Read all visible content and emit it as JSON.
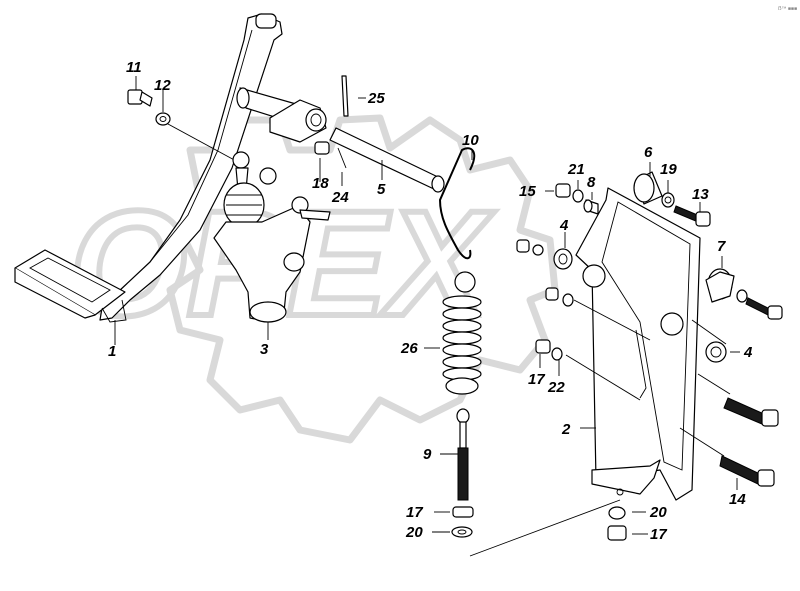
{
  "watermark": {
    "text": "OPEX"
  },
  "corner_mark": "ẞ™ ■■■",
  "callouts": [
    {
      "id": "c1",
      "text": "1"
    },
    {
      "id": "c2",
      "text": "2"
    },
    {
      "id": "c3",
      "text": "3"
    },
    {
      "id": "c4a",
      "text": "4"
    },
    {
      "id": "c4b",
      "text": "4"
    },
    {
      "id": "c5",
      "text": "5"
    },
    {
      "id": "c6",
      "text": "6"
    },
    {
      "id": "c7",
      "text": "7"
    },
    {
      "id": "c8",
      "text": "8"
    },
    {
      "id": "c9",
      "text": "9"
    },
    {
      "id": "c10",
      "text": "10"
    },
    {
      "id": "c11",
      "text": "11"
    },
    {
      "id": "c12",
      "text": "12"
    },
    {
      "id": "c13",
      "text": "13"
    },
    {
      "id": "c14",
      "text": "14"
    },
    {
      "id": "c15",
      "text": "15"
    },
    {
      "id": "c17a",
      "text": "17"
    },
    {
      "id": "c17b",
      "text": "17"
    },
    {
      "id": "c17c",
      "text": "17"
    },
    {
      "id": "c18",
      "text": "18"
    },
    {
      "id": "c19",
      "text": "19"
    },
    {
      "id": "c20a",
      "text": "20"
    },
    {
      "id": "c20b",
      "text": "20"
    },
    {
      "id": "c21",
      "text": "21"
    },
    {
      "id": "c22",
      "text": "22"
    },
    {
      "id": "c24",
      "text": "24"
    },
    {
      "id": "c25",
      "text": "25"
    },
    {
      "id": "c26",
      "text": "26"
    }
  ]
}
